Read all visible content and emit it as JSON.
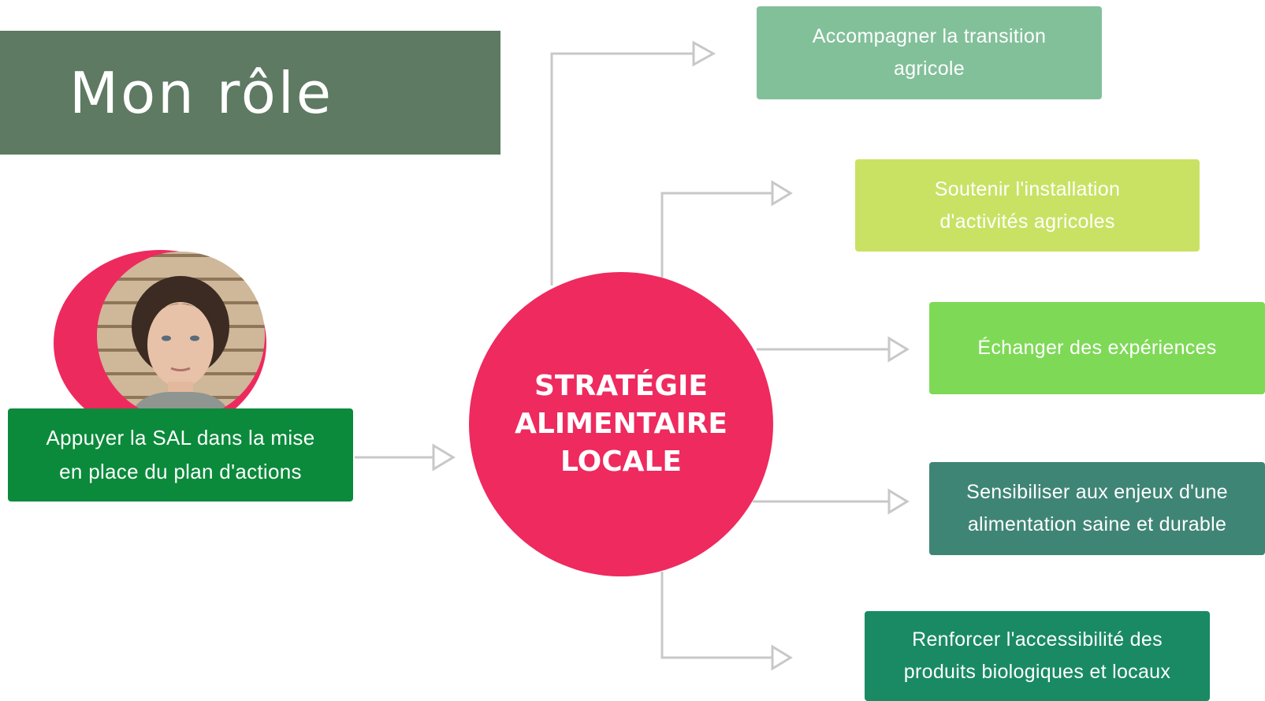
{
  "title": "Mon rôle",
  "center": {
    "label": "STRATÉGIE\nALIMENTAIRE\nLOCALE",
    "color": "#ee2a5e"
  },
  "left_box": {
    "text": "Appuyer la SAL dans la mise\nen place du plan d'actions",
    "color": "#0b8a3b"
  },
  "branches": [
    {
      "text": "Accompagner la transition\nagricole",
      "color": "#82c09a"
    },
    {
      "text": "Soutenir l'installation\nd'activités agricoles",
      "color": "#c9e264"
    },
    {
      "text": "Échanger des expériences",
      "color": "#7ed957"
    },
    {
      "text": "Sensibiliser aux enjeux d'une\nalimentation saine et durable",
      "color": "#3f8576"
    },
    {
      "text": "Renforcer l'accessibilité des\nproduits biologiques et locaux",
      "color": "#198a64"
    }
  ],
  "colors": {
    "banner": "#5e7a62",
    "connector": "#c8c8c8",
    "photo_accent": "#ed2a5e"
  },
  "icons": [
    "portrait-photo",
    "arrow-right-icon"
  ]
}
